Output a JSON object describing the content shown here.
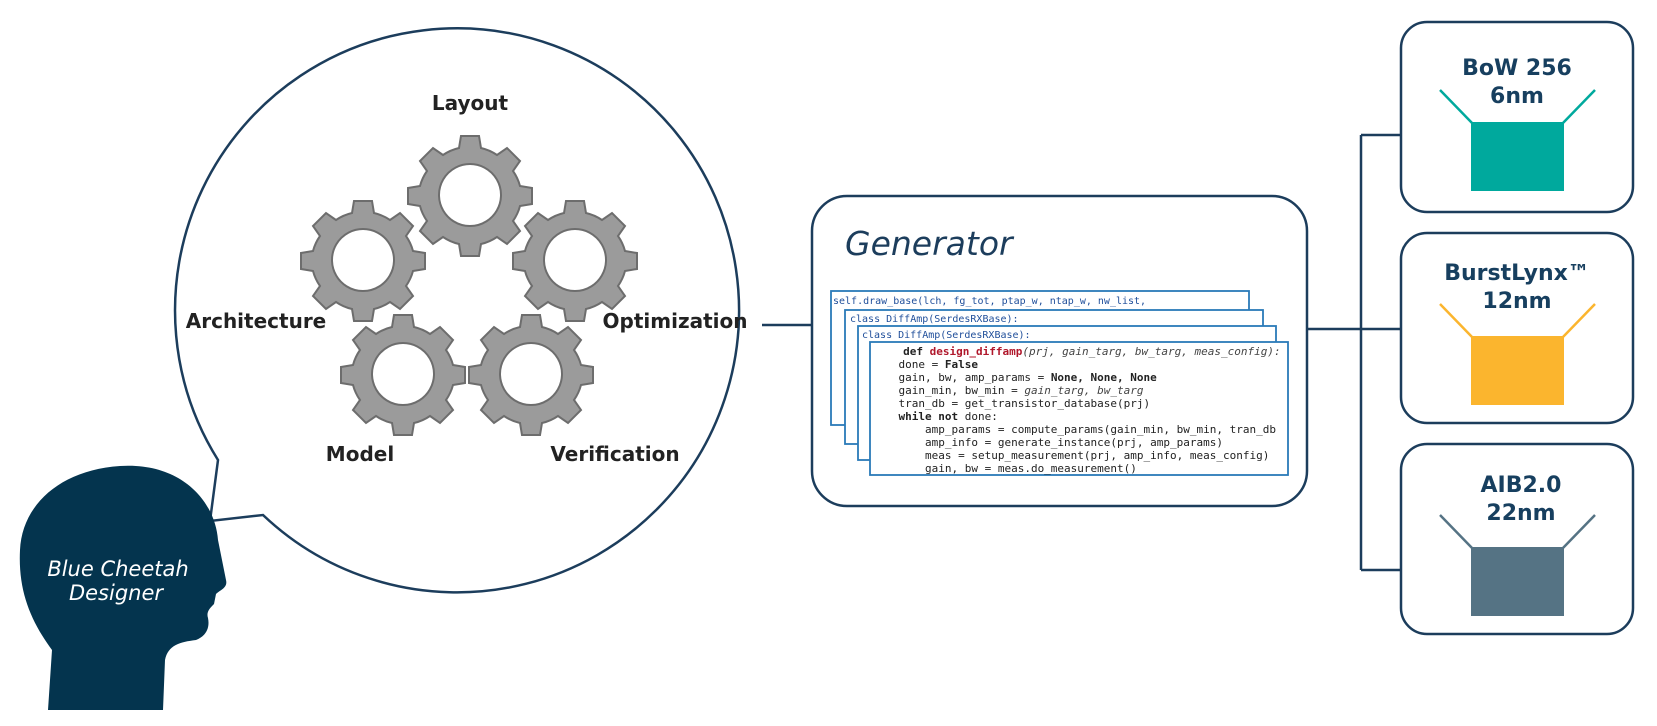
{
  "designer": {
    "line1": "Blue Cheetah",
    "line2": "Designer"
  },
  "bubble": {
    "labels": {
      "layout": "Layout",
      "architecture": "Architecture",
      "optimization": "Optimization",
      "model": "Model",
      "verification": "Verification"
    }
  },
  "generator": {
    "title": "Generator",
    "back_lines": [
      "self.draw_base(lch, fg_tot, ptap_w, ntap_w, nw_list,",
      "class DiffAmp(SerdesRXBase):",
      "class DiffAmp(SerdesRXBase):"
    ],
    "code": {
      "def_kw": "def ",
      "def_name": "design_diffamp",
      "def_args": "(prj, gain_targ, bw_targ, meas_config):",
      "line2_a": "    done = ",
      "line2_b": "False",
      "line3_a": "    gain, bw, amp_params = ",
      "line3_b": "None, None, None",
      "line4_a": "    gain_min, bw_min = ",
      "line4_b": "gain_targ, bw_targ",
      "line5": "    tran_db = get_transistor_database(prj)",
      "line6_a": "    while not ",
      "line6_b": "done:",
      "line7": "        amp_params = compute_params(gain_min, bw_min, tran_db",
      "line8": "        amp_info = generate_instance(prj, amp_params)",
      "line9": "        meas = setup_measurement(prj, amp_info, meas_config)",
      "line10": "        gain, bw = meas.do_measurement()"
    }
  },
  "products": [
    {
      "name": "BoW 256",
      "node": "6nm",
      "color": "#00a99d"
    },
    {
      "name": "BurstLynx™",
      "node": "12nm",
      "color": "#fbb52e"
    },
    {
      "name": "AIB2.0",
      "node": "22nm",
      "color": "#557384"
    }
  ],
  "colors": {
    "outline": "#1c3d5c",
    "head": "#04344e",
    "gear": "#9a9a9a"
  }
}
